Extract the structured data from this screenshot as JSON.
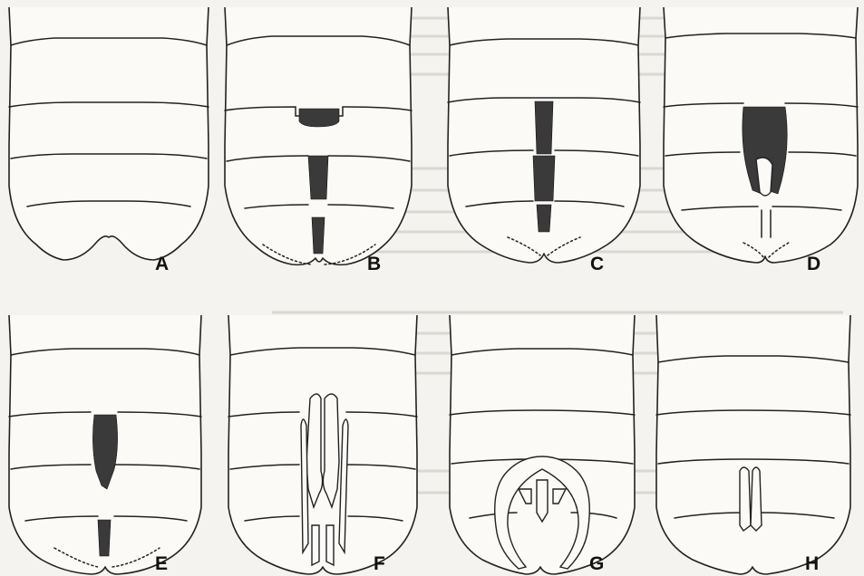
{
  "figure": {
    "panels": [
      {
        "id": "A",
        "label": "A"
      },
      {
        "id": "B",
        "label": "B"
      },
      {
        "id": "C",
        "label": "C"
      },
      {
        "id": "D",
        "label": "D"
      },
      {
        "id": "E",
        "label": "E"
      },
      {
        "id": "F",
        "label": "F"
      },
      {
        "id": "G",
        "label": "G"
      },
      {
        "id": "H",
        "label": "H"
      }
    ]
  }
}
